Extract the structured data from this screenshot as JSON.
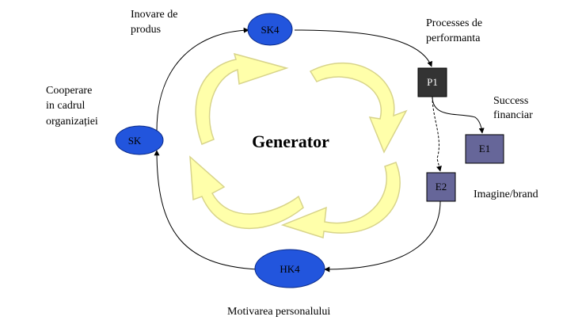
{
  "diagram": {
    "center_label": "Generator",
    "nodes": {
      "sk4": "SK4",
      "sk": "SK",
      "hk4": "HK4",
      "p1": "P1",
      "e1": "E1",
      "e2": "E2"
    },
    "labels": {
      "inovare": [
        "Inovare de",
        "produs"
      ],
      "cooperare": [
        "Cooperare",
        "in cadrul",
        "organizației"
      ],
      "processes": [
        "Processes de",
        "performanta"
      ],
      "success": [
        "Success",
        "financiar"
      ],
      "imagine": "Imagine/brand",
      "motivarea": "Motivarea personalului"
    },
    "colors": {
      "ellipse_fill": "#2255dd",
      "p1_fill": "#333333",
      "e_fill": "#666699",
      "arrow_fill": "#ffffaa",
      "arrow_stroke": "#d8d48a"
    }
  }
}
